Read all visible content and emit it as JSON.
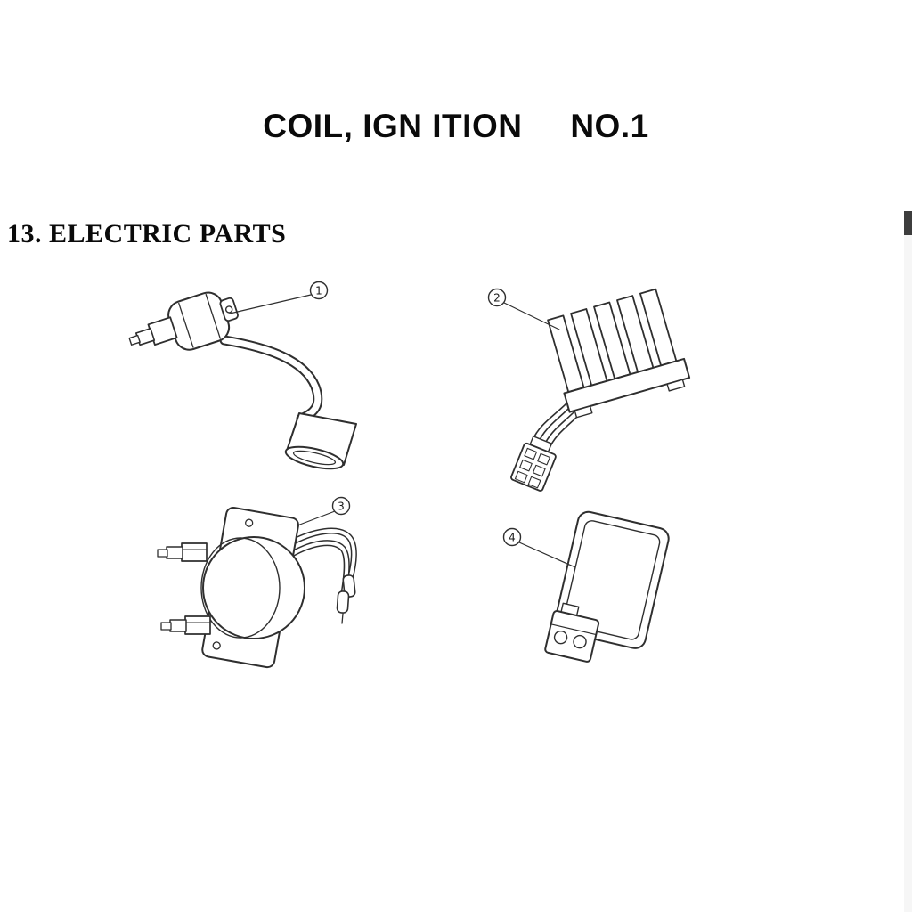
{
  "title": "COIL, IGN ITION     NO.1",
  "section_heading": "13. ELECTRIC PARTS",
  "callouts": [
    {
      "label": "1"
    },
    {
      "label": "2"
    },
    {
      "label": "3"
    },
    {
      "label": "4"
    }
  ]
}
